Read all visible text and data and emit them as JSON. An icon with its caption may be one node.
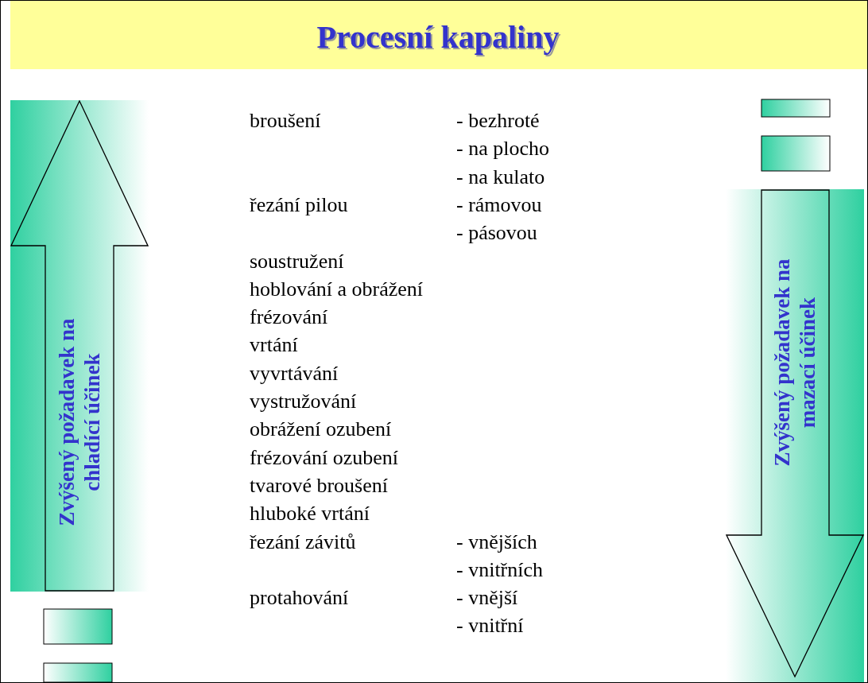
{
  "diagram": {
    "title": "Procesní kapaliny",
    "nodes": [
      {
        "text": [
          "Zvýšený požadavek na chladící účinek"
        ]
      },
      {
        "text": [
          "Zvýšený požadavek na mazací účinek"
        ]
      }
    ],
    "edges": [],
    "labels": [
      "broušení",
      "- bezhroté",
      "- na plocho",
      "- na kulato",
      "řezání pilou",
      "- rámovou",
      "- pásovou",
      "soustružení",
      "hoblování a obrážení",
      "frézování",
      "vrtání",
      "vyvrtávání",
      "vystružování",
      "obrážení ozubení",
      "frézování ozubení",
      "tvarové broušení",
      "hluboké vrtání",
      "řezání závitů",
      "- vnějších",
      "- vnitřních",
      "protahování",
      "- vnější",
      "- vnitřní"
    ]
  }
}
